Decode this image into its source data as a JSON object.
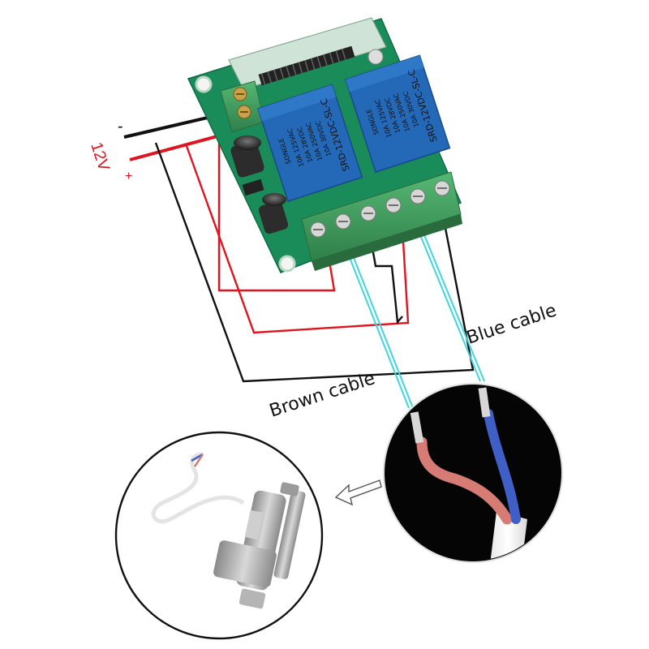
{
  "labels": {
    "voltage": "12V",
    "minus": "-",
    "plus": "+",
    "brown_cable": "Brown cable",
    "blue_cable": "Blue cable"
  },
  "relays": [
    {
      "brand": "SONGLE",
      "model": "SRD-12VDC-SL-C",
      "rating_ac_1": "10A 250VAC",
      "rating_ac_2": "10A 125VAC",
      "rating_dc_1": "10A 30VDC",
      "rating_dc_2": "10A 28VDC"
    },
    {
      "brand": "SONGLE",
      "model": "SRD-12VDC-SL-C",
      "rating_ac_1": "10A 250VAC",
      "rating_ac_2": "10A 125VAC",
      "rating_dc_1": "10A 30VDC",
      "rating_dc_2": "10A 28VDC"
    }
  ],
  "colors": {
    "pcb": "#1a8c5a",
    "relay": "#2468b8",
    "terminal": "#3e9e5e",
    "negative_wire": "#111111",
    "positive_wire": "#e0141e",
    "signal_wire": "#3fd6dc",
    "brown_insulation": "#d67c74",
    "blue_insulation": "#3f5fc6",
    "voltage_label": "#e0141e"
  },
  "icons": {
    "arrow": "hollow-arrow-left-icon"
  }
}
